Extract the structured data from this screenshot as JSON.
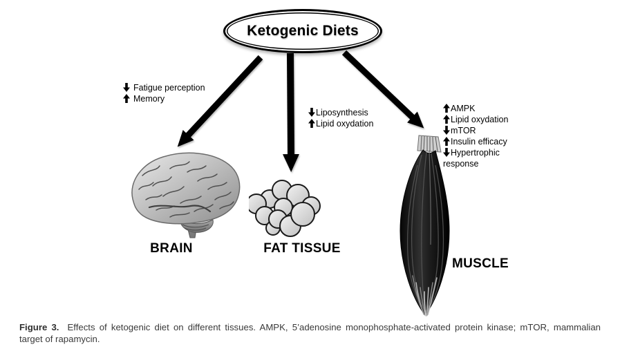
{
  "figure": {
    "title": "Ketogenic Diets",
    "tissues": [
      {
        "name": "BRAIN",
        "effects": [
          {
            "direction": "down",
            "label": "Fatigue perception"
          },
          {
            "direction": "up",
            "label": "Memory"
          }
        ]
      },
      {
        "name": "FAT TISSUE",
        "effects": [
          {
            "direction": "down",
            "label": "Liposynthesis"
          },
          {
            "direction": "up",
            "label": "Lipid oxydation"
          }
        ]
      },
      {
        "name": "MUSCLE",
        "effects": [
          {
            "direction": "up",
            "label": "AMPK"
          },
          {
            "direction": "up",
            "label": "Lipid oxydation"
          },
          {
            "direction": "down",
            "label": "mTOR"
          },
          {
            "direction": "up",
            "label": "Insulin efficacy"
          },
          {
            "direction": "down",
            "label": "Hypertrophic response"
          }
        ]
      }
    ],
    "illustrations": [
      {
        "name": "brain-illustration",
        "depicts": "grayscale human brain, lateral view"
      },
      {
        "name": "fat-tissue-illustration",
        "depicts": "cluster of round adipocyte cells"
      },
      {
        "name": "muscle-illustration",
        "depicts": "dark fusiform skeletal muscle with tendon at top and frayed fibers at bottom"
      }
    ]
  },
  "caption": {
    "label": "Figure 3.",
    "line1": "Effects of ketogenic diet on different tissues. AMPK, 5’adenosine monophosphate-activated protein kinase; mTOR, mammalian",
    "line2": "target of rapamycin."
  },
  "colors": {
    "ink": "#000000",
    "caption_text": "#3a3a3a",
    "fat_cell_light": "#f0f0f0",
    "fat_cell_dark": "#c2c2c2",
    "brain_gray": "#b5b5b5",
    "muscle_dark": "#121212",
    "tendon_gray": "#cfcfcf"
  }
}
